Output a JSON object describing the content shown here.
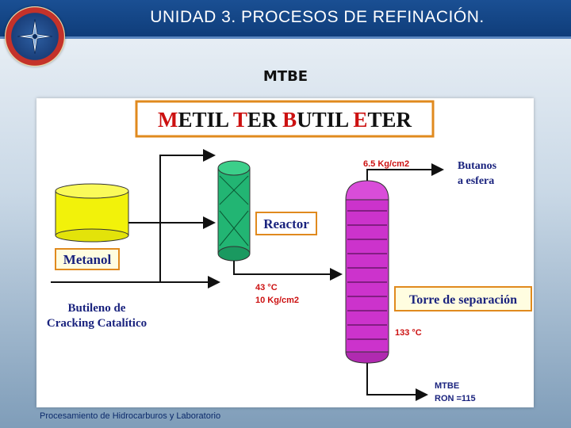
{
  "header": {
    "title": "UNIDAD 3. PROCESOS DE REFINACIÓN."
  },
  "subtitle": "MTBE",
  "diagram": {
    "title_parts": [
      {
        "text": "M",
        "color": "#cc1111"
      },
      {
        "text": "ETIL ",
        "color": "#111111"
      },
      {
        "text": "T",
        "color": "#cc1111"
      },
      {
        "text": "ER ",
        "color": "#111111"
      },
      {
        "text": "B",
        "color": "#cc1111"
      },
      {
        "text": "UTIL ",
        "color": "#111111"
      },
      {
        "text": "E",
        "color": "#cc1111"
      },
      {
        "text": "TER",
        "color": "#111111"
      }
    ],
    "metanol_label": "Metanol",
    "butileno_line1": "Butileno de",
    "butileno_line2": "Cracking Catalítico",
    "reactor_label": "Reactor",
    "reactor_temp": "43 °C",
    "reactor_pressure": "10 Kg/cm2",
    "top_pressure": "6.5 Kg/cm2",
    "butanos_line1": "Butanos",
    "butanos_line2": "a esfera",
    "torre_label": "Torre de separación",
    "bottom_temp": "133 °C",
    "product_line1": "MTBE",
    "product_line2": "RON =115",
    "colors": {
      "tank": "#f2f20a",
      "reactor": "#22b573",
      "tower": "#cc33cc",
      "label_text": "#1a237e",
      "red_text": "#cc1111"
    }
  },
  "footer": "Procesamiento de Hidrocarburos y Laboratorio"
}
